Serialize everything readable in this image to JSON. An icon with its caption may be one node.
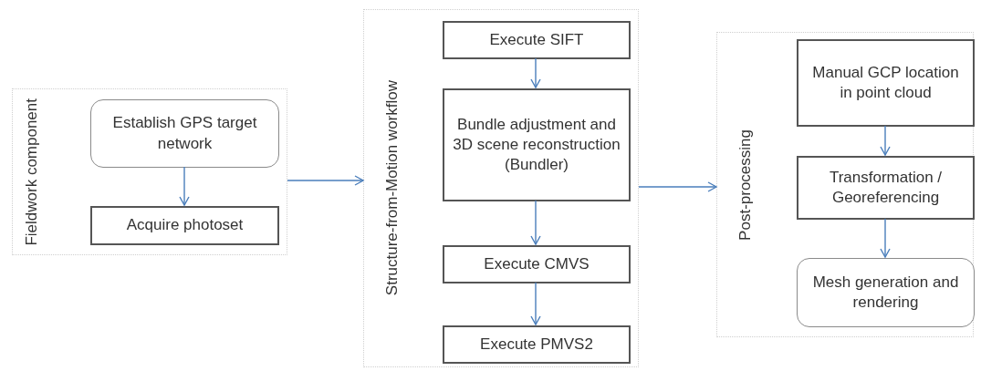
{
  "diagram": {
    "nodes": [
      {
        "text": [
          "Fieldwork component"
        ]
      },
      {
        "text": [
          "Establish GPS target network"
        ],
        "in": 0
      },
      {
        "text": [
          "Acquire photoset"
        ],
        "in": 0
      },
      {
        "text": [
          "Structure-from-Motion workflow"
        ]
      },
      {
        "text": [
          "Execute SIFT"
        ],
        "in": 3
      },
      {
        "text": [
          "Bundle adjustment and 3D scene reconstruction (Bundler)"
        ],
        "in": 3
      },
      {
        "text": [
          "Execute CMVS"
        ],
        "in": 3
      },
      {
        "text": [
          "Execute PMVS2"
        ],
        "in": 3
      },
      {
        "text": [
          "Post-processing"
        ]
      },
      {
        "text": [
          "Manual GCP location in point cloud"
        ],
        "in": 8
      },
      {
        "text": [
          "Transformation / Georeferencing"
        ],
        "in": 8
      },
      {
        "text": [
          "Mesh generation and rendering"
        ],
        "in": 8
      }
    ],
    "edges": [
      {
        "from": 1,
        "to": 2,
        "arrow": "to"
      },
      {
        "from": 0,
        "to": 3,
        "arrow": "to"
      },
      {
        "from": 4,
        "to": 5,
        "arrow": "to"
      },
      {
        "from": 5,
        "to": 6,
        "arrow": "to"
      },
      {
        "from": 6,
        "to": 7,
        "arrow": "to"
      },
      {
        "from": 3,
        "to": 8,
        "arrow": "to"
      },
      {
        "from": 9,
        "to": 10,
        "arrow": "to"
      },
      {
        "from": 10,
        "to": 11,
        "arrow": "to"
      }
    ]
  }
}
